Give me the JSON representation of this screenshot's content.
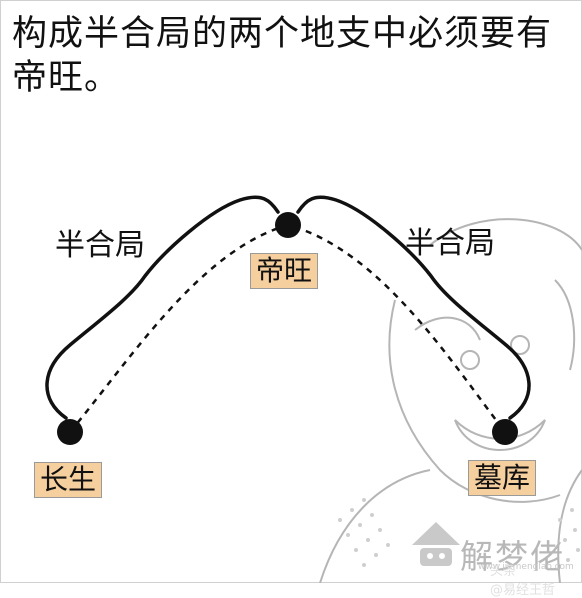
{
  "headline": {
    "line1": "构成半合局的两个地支中必须要有",
    "line2": "帝旺。"
  },
  "diagram": {
    "left_group_label": "半合局",
    "right_group_label": "半合局",
    "nodes": {
      "top": "帝旺",
      "left": "长生",
      "right": "墓库"
    }
  },
  "watermark": {
    "text": "解梦佬",
    "sub": "www.jiemenglao.com"
  },
  "credit": {
    "prefix": "头条",
    "handle": "@易经王哲"
  },
  "colors": {
    "tag_fill": "#f6cf9f",
    "ink": "#111111",
    "sketch": "#b5b5b5"
  }
}
